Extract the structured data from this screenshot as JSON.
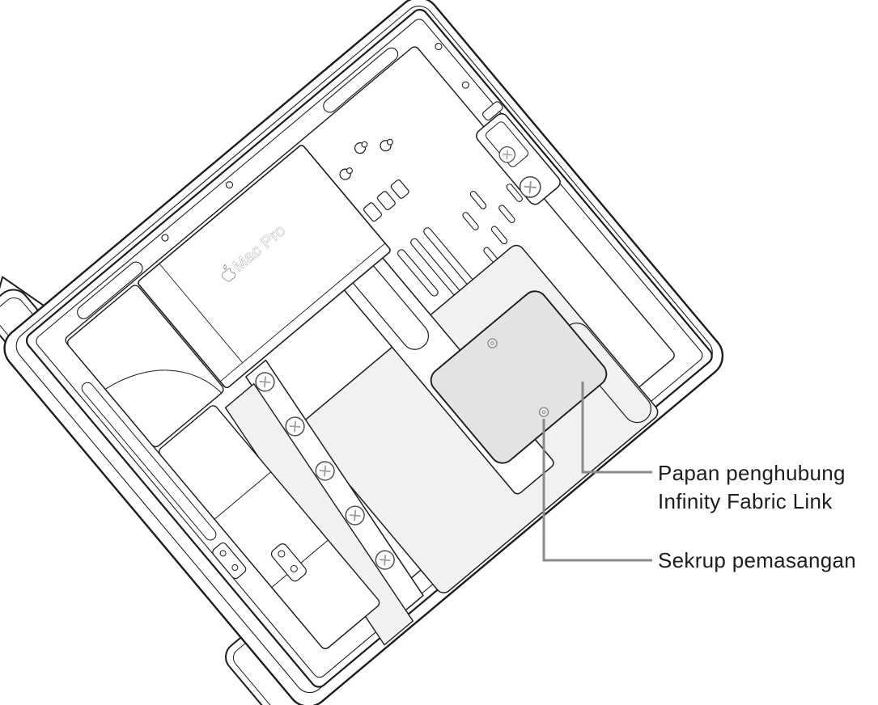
{
  "figure": {
    "device_label": {
      "icon": "apple-logo-icon",
      "text": "Mac Pro"
    },
    "callouts": [
      {
        "id": "infinity-fabric-link-board",
        "label_lines": [
          "Papan penghubung",
          "Infinity Fabric Link"
        ]
      },
      {
        "id": "mounting-screw",
        "label_lines": [
          "Sekrup pemasangan"
        ]
      }
    ],
    "colors": {
      "outline": "#1c1c1c",
      "panel_gray": "#f1f1f2",
      "board_gray": "#e3e3e5",
      "callout_line": "#8a8a8a",
      "label_text": "#1d1d1f",
      "background": "#ffffff"
    }
  }
}
